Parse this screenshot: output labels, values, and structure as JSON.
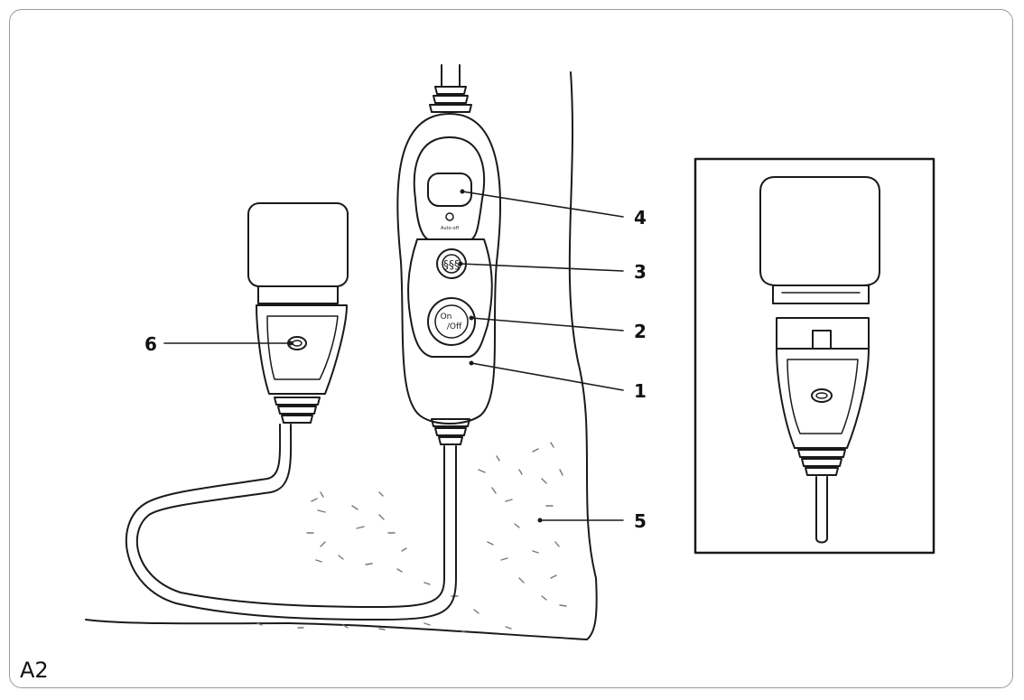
{
  "figure": {
    "label": "A2",
    "callouts": [
      {
        "id": "1",
        "text": "1"
      },
      {
        "id": "2",
        "text": "2"
      },
      {
        "id": "3",
        "text": "3"
      },
      {
        "id": "4",
        "text": "4"
      },
      {
        "id": "5",
        "text": "5"
      },
      {
        "id": "6",
        "text": "6"
      }
    ],
    "buttons": {
      "onoff_line1": "On",
      "onoff_line2": "/Off",
      "heat_symbol": "§§§",
      "indicator_text": "Auto-off"
    }
  }
}
